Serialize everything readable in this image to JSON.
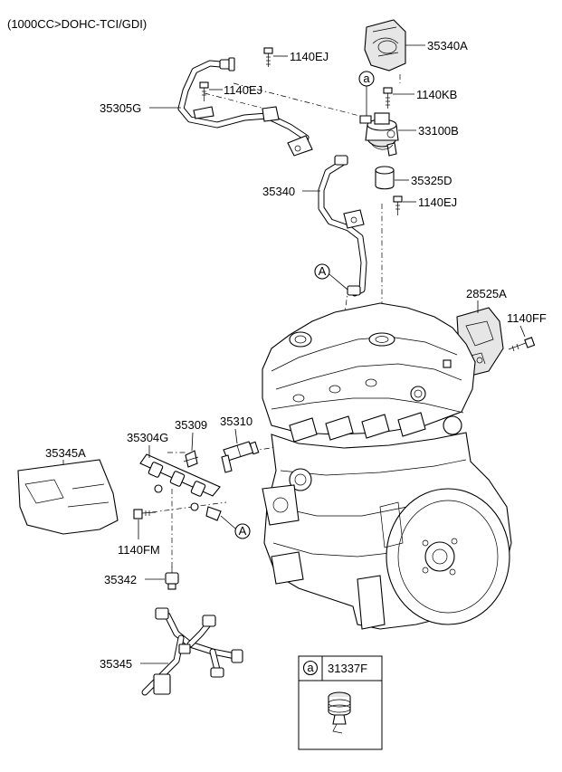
{
  "header": {
    "title": "(1000CC>DOHC-TCI/GDI)"
  },
  "callouts": {
    "c_35340A": "35340A",
    "c_1140EJ_a": "1140EJ",
    "c_1140EJ_b": "1140EJ",
    "c_1140EJ_c": "1140EJ",
    "c_1140KB": "1140KB",
    "c_35305G": "35305G",
    "c_33100B": "33100B",
    "c_35325D": "35325D",
    "c_35340": "35340",
    "c_28525A": "28525A",
    "c_1140FF": "1140FF",
    "c_35304G": "35304G",
    "c_35309": "35309",
    "c_35310": "35310",
    "c_35345A": "35345A",
    "c_1140FM": "1140FM",
    "c_35342": "35342",
    "c_35345": "35345"
  },
  "markers": {
    "circle_a_top": "a",
    "circle_A_upper": "A",
    "circle_A_lower": "A"
  },
  "detail_box": {
    "marker": "a",
    "part_no": "31337F"
  }
}
